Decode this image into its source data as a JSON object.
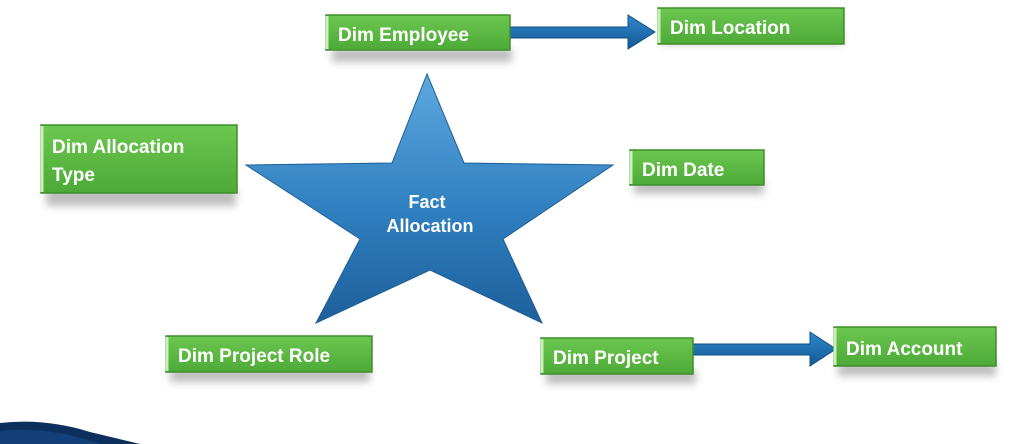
{
  "diagram": {
    "center": {
      "line1": "Fact",
      "line2": "Allocation"
    },
    "dimensions": {
      "employee": "Dim Employee",
      "location": "Dim Location",
      "allocation_type_line1": "Dim Allocation",
      "allocation_type_line2": "Type",
      "date": "Dim Date",
      "project_role": "Dim Project Role",
      "project": "Dim Project",
      "account": "Dim Account"
    },
    "relationships": [
      {
        "from": "Dim Employee",
        "to": "Dim Location"
      },
      {
        "from": "Dim Project",
        "to": "Dim Account"
      }
    ],
    "colors": {
      "box_fill": "#5cb943",
      "box_edge": "#3e8d2a",
      "star_fill": "#2f7fc0",
      "arrow_fill": "#1f6fb3"
    }
  }
}
